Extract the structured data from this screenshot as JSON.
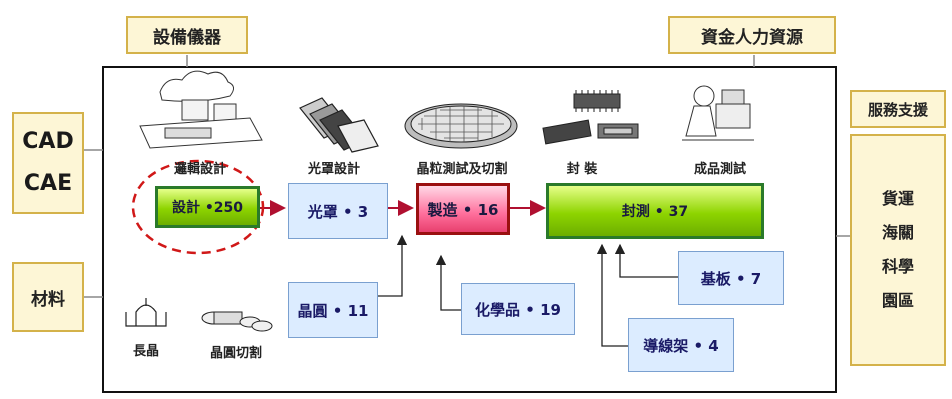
{
  "top": {
    "equipment": "設備儀器",
    "capital": "資金人力資源"
  },
  "left": {
    "cad": "CAD",
    "cae": "CAE",
    "materials": "材料"
  },
  "right": {
    "title": "服務支援",
    "items": [
      "貨運",
      "海關",
      "科學",
      "園區"
    ]
  },
  "stage_labels": {
    "logic_design": "邏輯設計",
    "mask_design": "光罩設計",
    "wafer_test_cut": "晶粒測試及切割",
    "packaging": "封 裝",
    "final_test": "成品測試",
    "crystal_growth": "長晶",
    "wafer_slicing": "晶圓切割"
  },
  "boxes": {
    "design": "設計 •250",
    "mask": "光罩 • 3",
    "manufacturing": "製造 • 16",
    "package_test": "封測 • 37",
    "wafer": "晶圓 • 11",
    "chemicals": "化學品 • 19",
    "substrate": "基板 • 7",
    "leadframe": "導線架 • 4"
  }
}
